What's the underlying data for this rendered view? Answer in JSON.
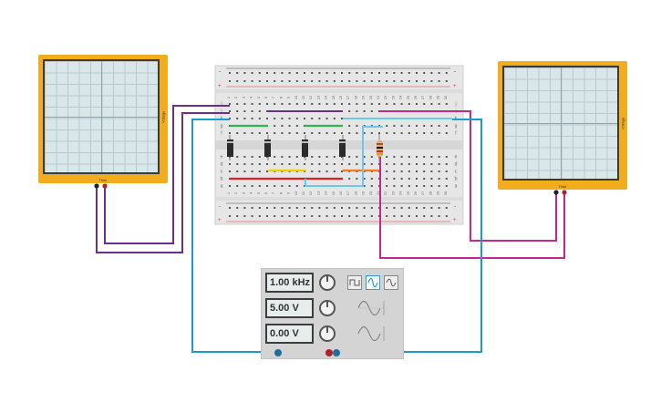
{
  "scope_left": {
    "x_label": "Time",
    "y_label": "Voltage"
  },
  "scope_right": {
    "x_label": "Time",
    "y_label": "Voltage"
  },
  "function_generator": {
    "frequency": "1.00 kHz",
    "amplitude": "5.00 V",
    "dc_offset": "0.00 V",
    "waveforms": [
      "square-wave-icon",
      "sine-wave-icon",
      "triangle-wave-icon"
    ],
    "selected_waveform": "sine"
  },
  "breadboard": {
    "column_numbers": [
      "1",
      "2",
      "3",
      "4",
      "5",
      "6",
      "7",
      "8",
      "9",
      "10",
      "11",
      "12",
      "13",
      "14",
      "15",
      "16",
      "17",
      "18",
      "19",
      "20",
      "21",
      "22",
      "23",
      "24",
      "25",
      "26",
      "27",
      "28",
      "29",
      "30"
    ],
    "row_letters_top": [
      "j",
      "i",
      "h",
      "g",
      "f"
    ],
    "row_letters_bottom": [
      "e",
      "d",
      "c",
      "b",
      "a"
    ],
    "rail_plus": "+",
    "rail_minus": "-"
  },
  "colors": {
    "scope_body": "#f2ad1f",
    "wire_purple": "#6e2f8a",
    "wire_magenta": "#c5288c",
    "wire_cyan": "#1d9bcc",
    "wire_green": "#2db84a",
    "wire_yellow": "#f0d000",
    "wire_red": "#e02020",
    "wire_orange": "#f07a1d",
    "wire_lightblue": "#6cc7f0"
  }
}
